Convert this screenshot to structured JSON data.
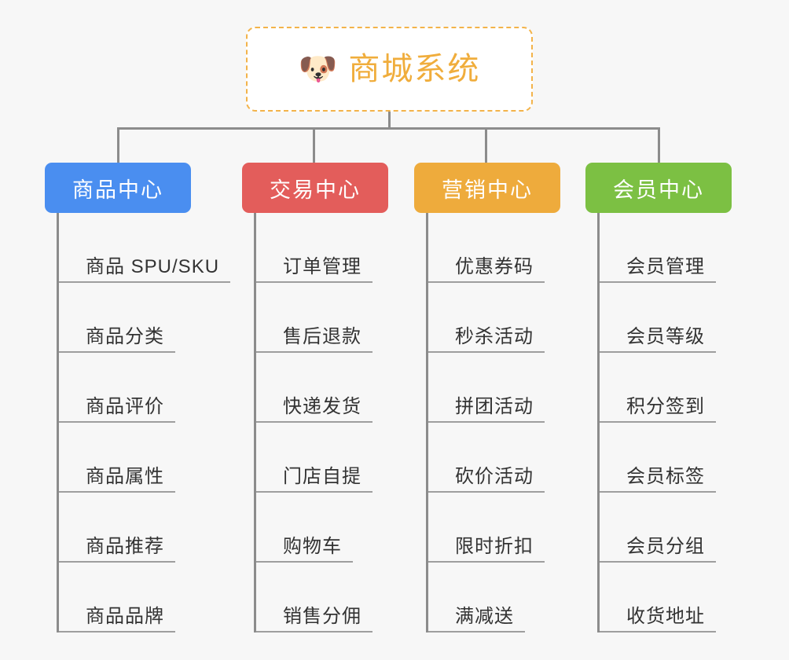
{
  "root": {
    "icon": "shiba-dog-emoji",
    "icon_glyph": "🐶",
    "title": "商城系统",
    "border_color": "#f3b34a",
    "text_color": "#f0ad3c",
    "background": "#ffffff"
  },
  "canvas": {
    "background": "#f7f7f7",
    "connector_color": "#8c8c8c"
  },
  "columns": [
    {
      "id": "product-center",
      "label": "商品中心",
      "color": "#4a8ef0",
      "items": [
        "商品 SPU/SKU",
        "商品分类",
        "商品评价",
        "商品属性",
        "商品推荐",
        "商品品牌"
      ]
    },
    {
      "id": "trade-center",
      "label": "交易中心",
      "color": "#e35d5b",
      "items": [
        "订单管理",
        "售后退款",
        "快递发货",
        "门店自提",
        "购物车",
        "销售分佣"
      ]
    },
    {
      "id": "marketing-center",
      "label": "营销中心",
      "color": "#eeab3c",
      "items": [
        "优惠券码",
        "秒杀活动",
        "拼团活动",
        "砍价活动",
        "限时折扣",
        "满减送"
      ]
    },
    {
      "id": "member-center",
      "label": "会员中心",
      "color": "#7cc043",
      "items": [
        "会员管理",
        "会员等级",
        "积分签到",
        "会员标签",
        "会员分组",
        "收货地址"
      ]
    }
  ]
}
